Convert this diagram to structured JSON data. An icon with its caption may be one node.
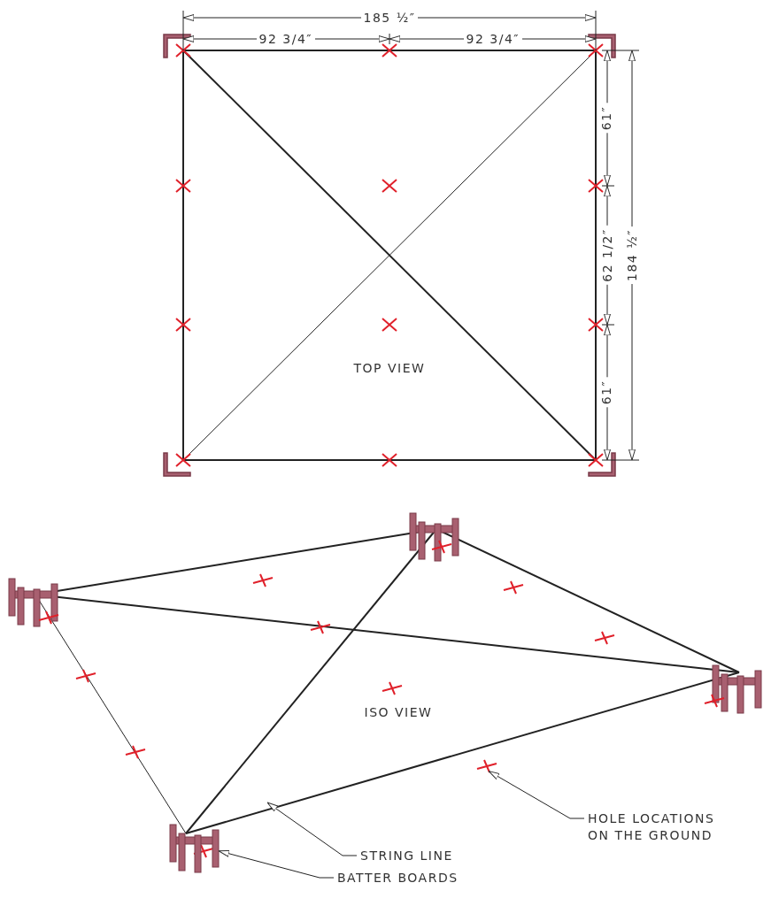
{
  "diagram": {
    "nodes": [
      {
        "text": [],
        "shape": "cross"
      },
      {
        "text": [],
        "shape": "picture"
      },
      {
        "text": [
          "HOLE LOCATIONS ON THE GROUND"
        ]
      },
      {
        "text": [
          "STRING LINE"
        ]
      },
      {
        "text": [
          "BATTER BOARDS"
        ]
      }
    ],
    "edges": [
      {
        "from": 2,
        "to": 0,
        "arrow": "to"
      },
      {
        "from": 3,
        "to": null,
        "arrow": "to"
      },
      {
        "from": 4,
        "to": 1,
        "arrow": "to"
      }
    ],
    "labels": [
      "185 ½″",
      "92 3/4″",
      "92 3/4″",
      "61″",
      "62 1/2″",
      "184 ½″",
      "61″",
      "TOP VIEW",
      "ISO VIEW"
    ]
  }
}
